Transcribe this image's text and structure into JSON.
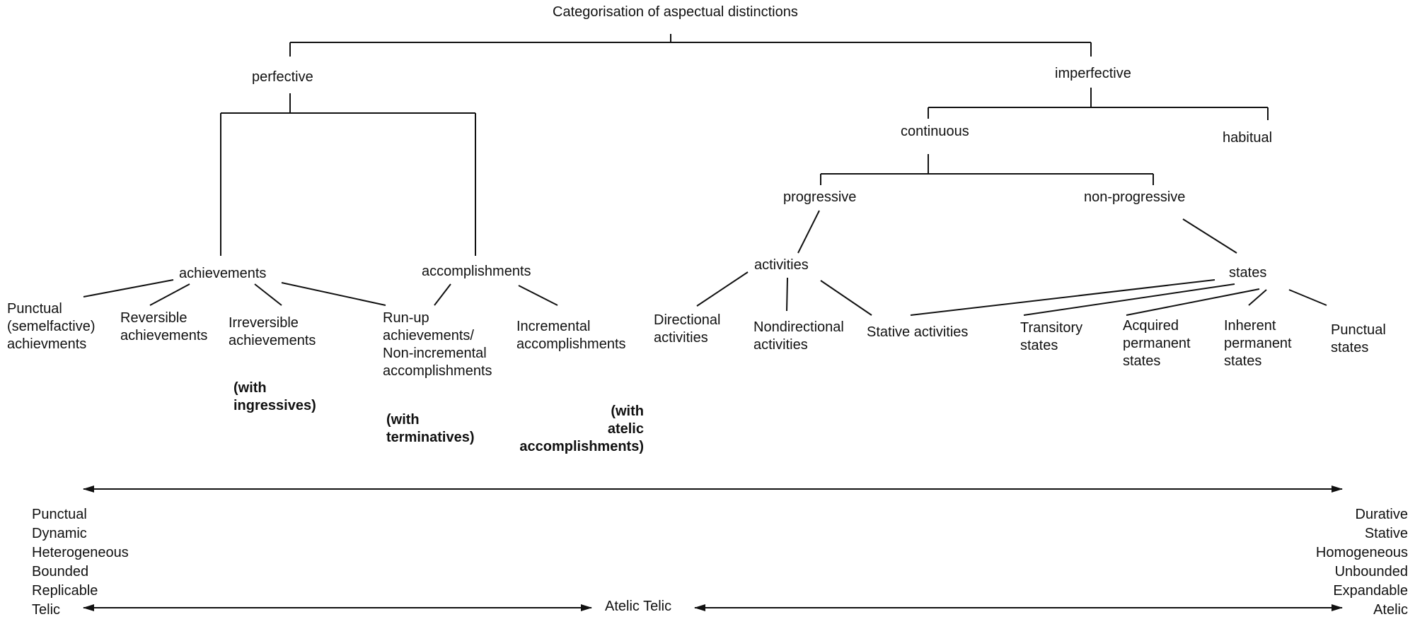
{
  "title": "Categorisation of aspectual distinctions",
  "nodes": {
    "perfective": "perfective",
    "imperfective": "imperfective",
    "continuous": "continuous",
    "habitual": "habitual",
    "progressive": "progressive",
    "non_progressive": "non-progressive",
    "achievements": "achievements",
    "accomplishments": "accomplishments",
    "activities": "activities",
    "states": "states"
  },
  "leaves": {
    "punctual_ach": "Punctual\n(semelfactive)\nachievments",
    "reversible_ach": "Reversible\nachievements",
    "irreversible_ach": "Irreversible\nachievements",
    "runup": "Run-up\nachievements/\nNon-incremental\naccomplishments",
    "incremental": "Incremental\naccomplishments",
    "directional": "Directional\nactivities",
    "nondirectional": "Nondirectional\nactivities",
    "stative_act": "Stative activities",
    "transitory": "Transitory\nstates",
    "acquired": "Acquired\npermanent\nstates",
    "inherent": "Inherent\npermanent\nstates",
    "punctual_states": "Punctual\nstates"
  },
  "notes": {
    "ingressives": "(with\ningressives)",
    "terminatives": "(with\nterminatives)",
    "atelic_acc": "(with\natelic\naccomplishments)"
  },
  "scale": {
    "left_features": "Punctual\nDynamic\nHeterogeneous\nBounded\nReplicable\nTelic",
    "right_features": "Durative\nStative\nHomogeneous\nUnbounded\nExpandable\nAtelic",
    "center_label": "Atelic Telic"
  },
  "colors": {
    "line": "#111111",
    "text": "#111111"
  }
}
